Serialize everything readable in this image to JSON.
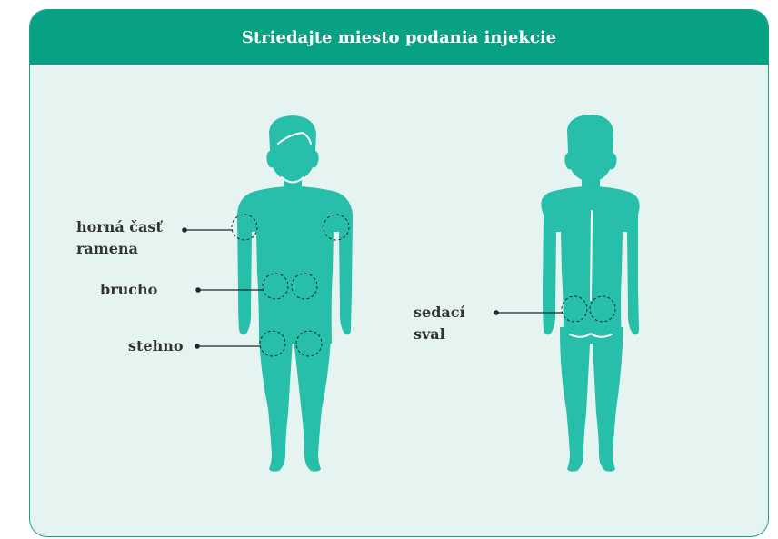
{
  "card": {
    "title": "Striedajte miesto podania injekcie"
  },
  "labels": {
    "upper_arm": "horná časť\nramena",
    "abdomen": "brucho",
    "thigh": "stehno",
    "buttock": "sedací\nsval"
  },
  "colors": {
    "header": "#07a283",
    "panel": "#e5f4f1",
    "body": "#27bfaa",
    "text": "#333333"
  }
}
